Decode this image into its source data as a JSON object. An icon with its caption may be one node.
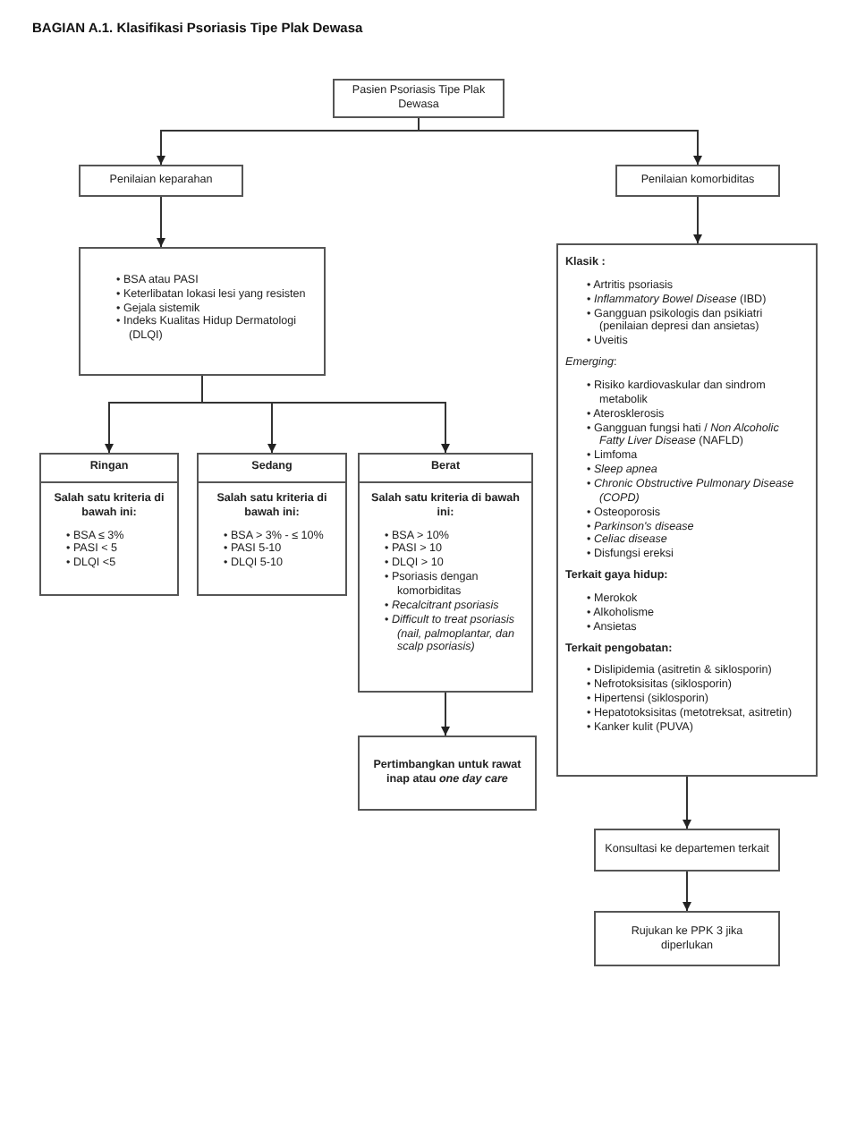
{
  "diagram": {
    "title": "BAGIAN A.1. Klasifikasi Psoriasis Tipe Plak Dewasa",
    "nodes": [
      {
        "text": [
          "Pasien Psoriasis Tipe Plak Dewasa"
        ]
      },
      {
        "text": [
          "Penilaian keparahan"
        ]
      },
      {
        "text": [
          "Penilaian komorbiditas"
        ]
      },
      {
        "text": [
          "• BSA atau PASI",
          "• Keterlibatan lokasi lesi yang resisten",
          "• Gejala sistemik",
          "• Indeks Kualitas Hidup Dermatologi (DLQI)"
        ]
      },
      {
        "text": [
          "Ringan",
          "Salah satu kriteria di bawah ini:",
          "• BSA ≤ 3%",
          "• PASI < 5",
          "• DLQI <5"
        ]
      },
      {
        "text": [
          "Sedang",
          "Salah satu kriteria di bawah ini:",
          "• BSA > 3% - ≤ 10%",
          "• PASI 5-10",
          "• DLQI 5-10"
        ]
      },
      {
        "text": [
          "Berat",
          "Salah satu kriteria di bawah ini:",
          "• BSA > 10%",
          "• PASI > 10",
          "• DLQI > 10",
          "• Psoriasis dengan komorbiditas",
          "• *Recalcitrant psoriasis*",
          "• *Difficult to treat psoriasis (nail, palmoplantar, dan scalp psoriasis)*"
        ]
      },
      {
        "text": [
          "**Pertimbangkan untuk rawat inap atau** *one day care*"
        ]
      },
      {
        "text": [
          "Klasik :",
          "• Artritis psoriasis",
          "• *Inflammatory Bowel Disease* (IBD)",
          "• Gangguan psikologis dan psikiatri (penilaian depresi dan ansietas)",
          "• Uveitis",
          "*Emerging*:",
          "• Risiko kardiovaskular dan sindrom metabolik",
          "• Aterosklerosis",
          "• Gangguan fungsi hati / *Non Alcoholic Fatty Liver Disease* (NAFLD)",
          "• Limfoma",
          "• *Sleep apnea*",
          "• *Chronic Obstructive Pulmonary Disease (COPD)*",
          "• Osteoporosis",
          "• *Parkinson's disease*",
          "• *Celiac disease*",
          "• Disfungsi ereksi",
          "Terkait gaya hidup:",
          "• Merokok",
          "• Alkoholisme",
          "• Ansietas",
          "Terkait pengobatan:",
          "• Dislipidemia (asitretin & siklosporin)",
          "• Nefrotoksisitas (siklosporin)",
          "• Hipertensi (siklosporin)",
          "• Hepatotoksisitas (metotreksat, asitretin)",
          "• Kanker kulit (PUVA)"
        ]
      },
      {
        "text": [
          "Konsultasi ke departemen terkait"
        ]
      },
      {
        "text": [
          "Rujukan ke PPK 3 jika diperlukan"
        ]
      }
    ],
    "edges": [
      {
        "from": 0,
        "to": 1,
        "arrow": "to"
      },
      {
        "from": 0,
        "to": 2,
        "arrow": "to"
      },
      {
        "from": 1,
        "to": 3,
        "arrow": "to"
      },
      {
        "from": 3,
        "to": 4,
        "arrow": "to"
      },
      {
        "from": 3,
        "to": 5,
        "arrow": "to"
      },
      {
        "from": 3,
        "to": 6,
        "arrow": "to"
      },
      {
        "from": 6,
        "to": 7,
        "arrow": "to"
      },
      {
        "from": 2,
        "to": 8,
        "arrow": "to"
      },
      {
        "from": 8,
        "to": 9,
        "arrow": "to"
      },
      {
        "from": 9,
        "to": 10,
        "arrow": "to"
      }
    ]
  }
}
